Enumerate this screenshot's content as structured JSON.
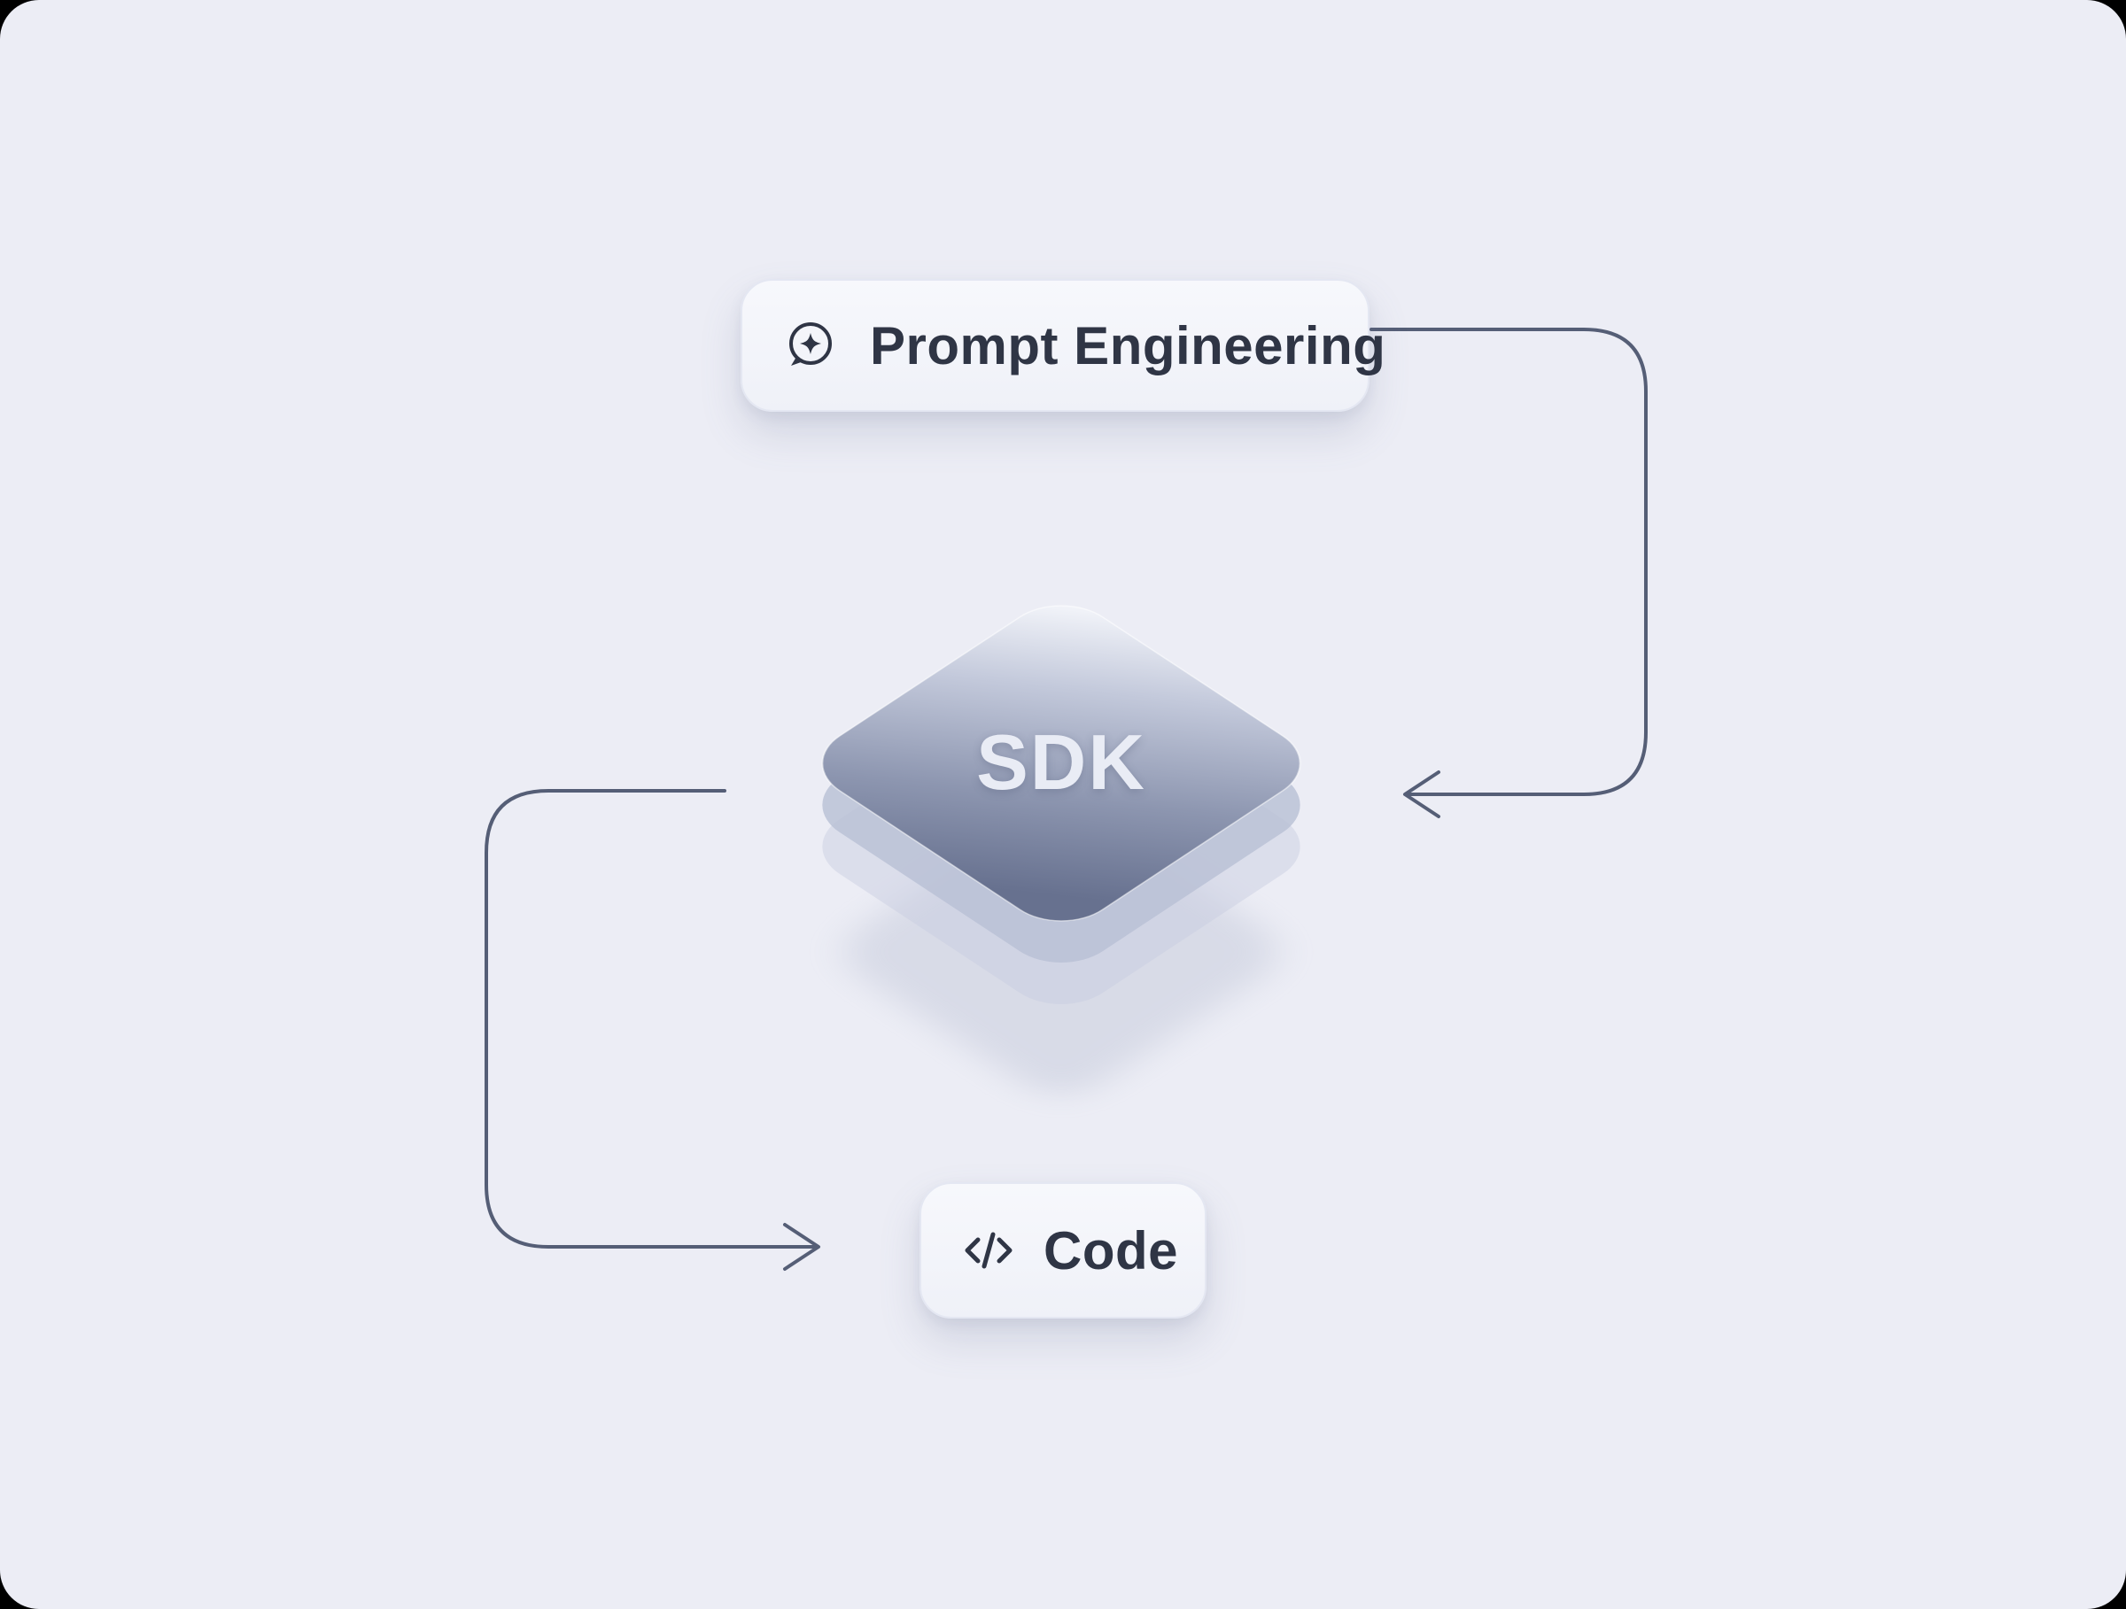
{
  "diagram": {
    "prompt_node": {
      "label": "Prompt Engineering",
      "icon": "chat-sparkle-icon"
    },
    "sdk_node": {
      "label": "SDK"
    },
    "code_node": {
      "label": "Code",
      "icon": "code-brackets-icon"
    }
  },
  "colors": {
    "background": "#ecedf5",
    "card_text": "#2f3545",
    "sdk_text": "#e9ecf5",
    "arrow": "#555e76",
    "diamond_light": "#fbfcff",
    "diamond_dark": "#67718f"
  }
}
